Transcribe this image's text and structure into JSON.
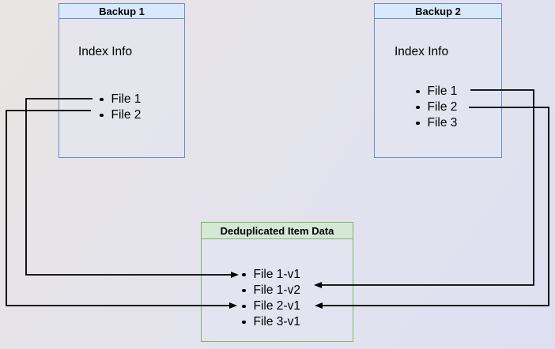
{
  "backup1": {
    "title": "Backup 1",
    "subtitle": "Index Info",
    "files": [
      "File 1",
      "File 2"
    ]
  },
  "backup2": {
    "title": "Backup 2",
    "subtitle": "Index Info",
    "files": [
      "File 1",
      "File 2",
      "File 3"
    ]
  },
  "dedup": {
    "title": "Deduplicated Item Data",
    "items": [
      "File 1-v1",
      "File 1-v2",
      "File 2-v1",
      "File 3-v1"
    ]
  },
  "edges": [
    {
      "from": "Backup 1 / File 1",
      "to": "File 1-v1"
    },
    {
      "from": "Backup 1 / File 2",
      "to": "File 2-v1"
    },
    {
      "from": "Backup 2 / File 1",
      "to": "File 1-v2"
    },
    {
      "from": "Backup 2 / File 2",
      "to": "File 2-v1"
    }
  ],
  "colors": {
    "backup_stroke": "#6c8ebf",
    "backup_header_fill": "#dae8fc",
    "dedup_stroke": "#82b366",
    "dedup_header_fill": "#d5e8d4",
    "connector": "#000000"
  }
}
